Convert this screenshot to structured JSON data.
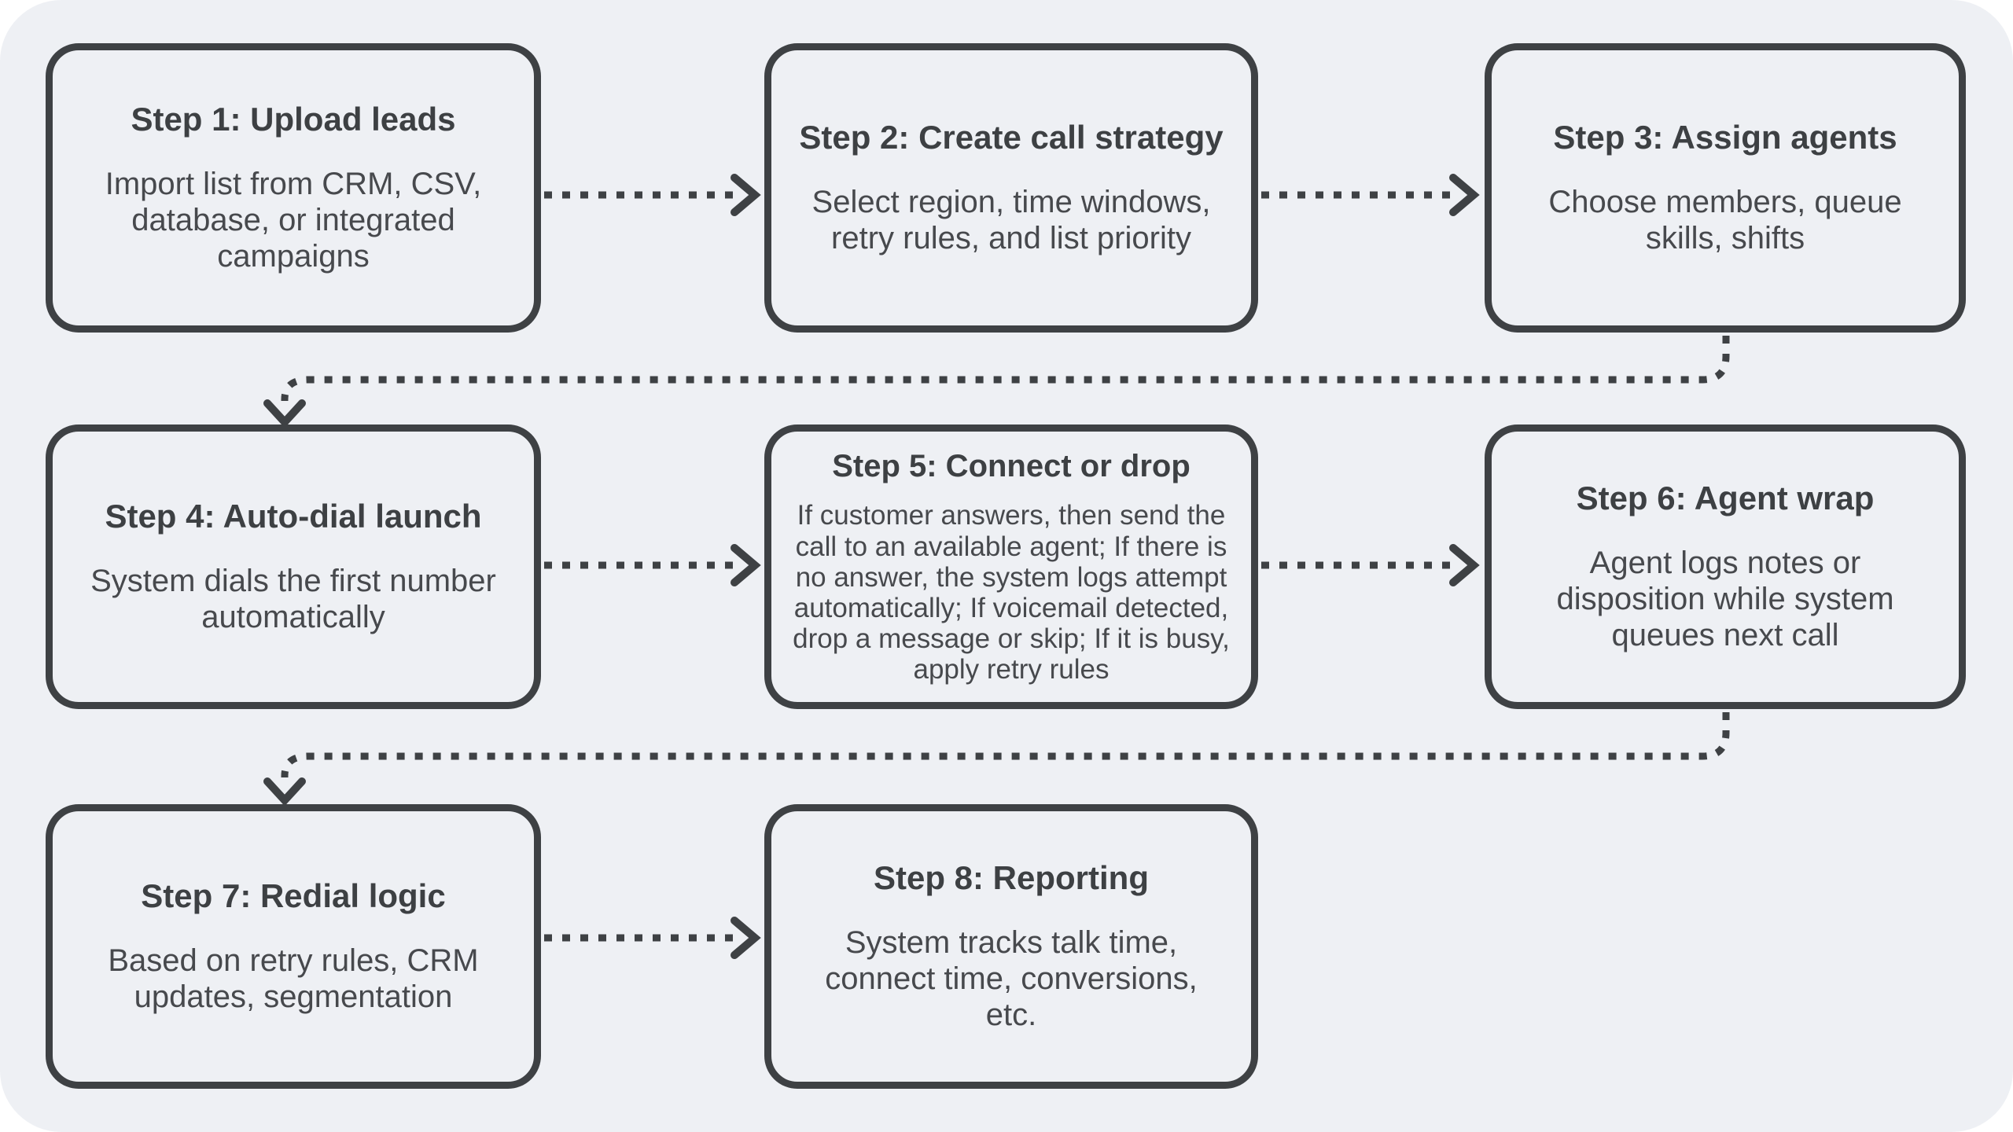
{
  "diagram": {
    "kind": "flowchart",
    "colors": {
      "page_background": "#ffffff",
      "surface": "#eef0f4",
      "line": "#3e4144",
      "title_text": "#3d4043",
      "body_text": "#47494d"
    }
  },
  "steps": [
    {
      "title": "Step 1: Upload leads",
      "description": "Import list from CRM, CSV, database, or integrated campaigns"
    },
    {
      "title": "Step 2: Create call strategy",
      "description": "Select region, time windows, retry rules, and list priority"
    },
    {
      "title": "Step 3: Assign agents",
      "description": "Choose members, queue skills, shifts"
    },
    {
      "title": "Step 4: Auto-dial launch",
      "description": "System dials the first number automatically"
    },
    {
      "title": "Step 5: Connect or drop",
      "description": "If customer answers, then send the call to an available agent; If there is no answer, the system logs attempt automatically; If voicemail detected, drop a message or skip; If it is busy, apply retry rules"
    },
    {
      "title": "Step 6: Agent wrap",
      "description": "Agent logs notes or disposition while system queues next call"
    },
    {
      "title": "Step 7: Redial logic",
      "description": "Based on retry rules, CRM updates, segmentation"
    },
    {
      "title": "Step 8: Reporting",
      "description": "System tracks talk time, connect time, conversions, etc."
    }
  ],
  "connectors": [
    {
      "from": "Step 1",
      "to": "Step 2",
      "style": "dotted-arrow-right"
    },
    {
      "from": "Step 2",
      "to": "Step 3",
      "style": "dotted-arrow-right"
    },
    {
      "from": "Step 3",
      "to": "Step 4",
      "style": "dotted-elbow-down-left"
    },
    {
      "from": "Step 4",
      "to": "Step 5",
      "style": "dotted-arrow-right"
    },
    {
      "from": "Step 5",
      "to": "Step 6",
      "style": "dotted-arrow-right"
    },
    {
      "from": "Step 6",
      "to": "Step 7",
      "style": "dotted-elbow-down-left"
    },
    {
      "from": "Step 7",
      "to": "Step 8",
      "style": "dotted-arrow-right"
    }
  ]
}
